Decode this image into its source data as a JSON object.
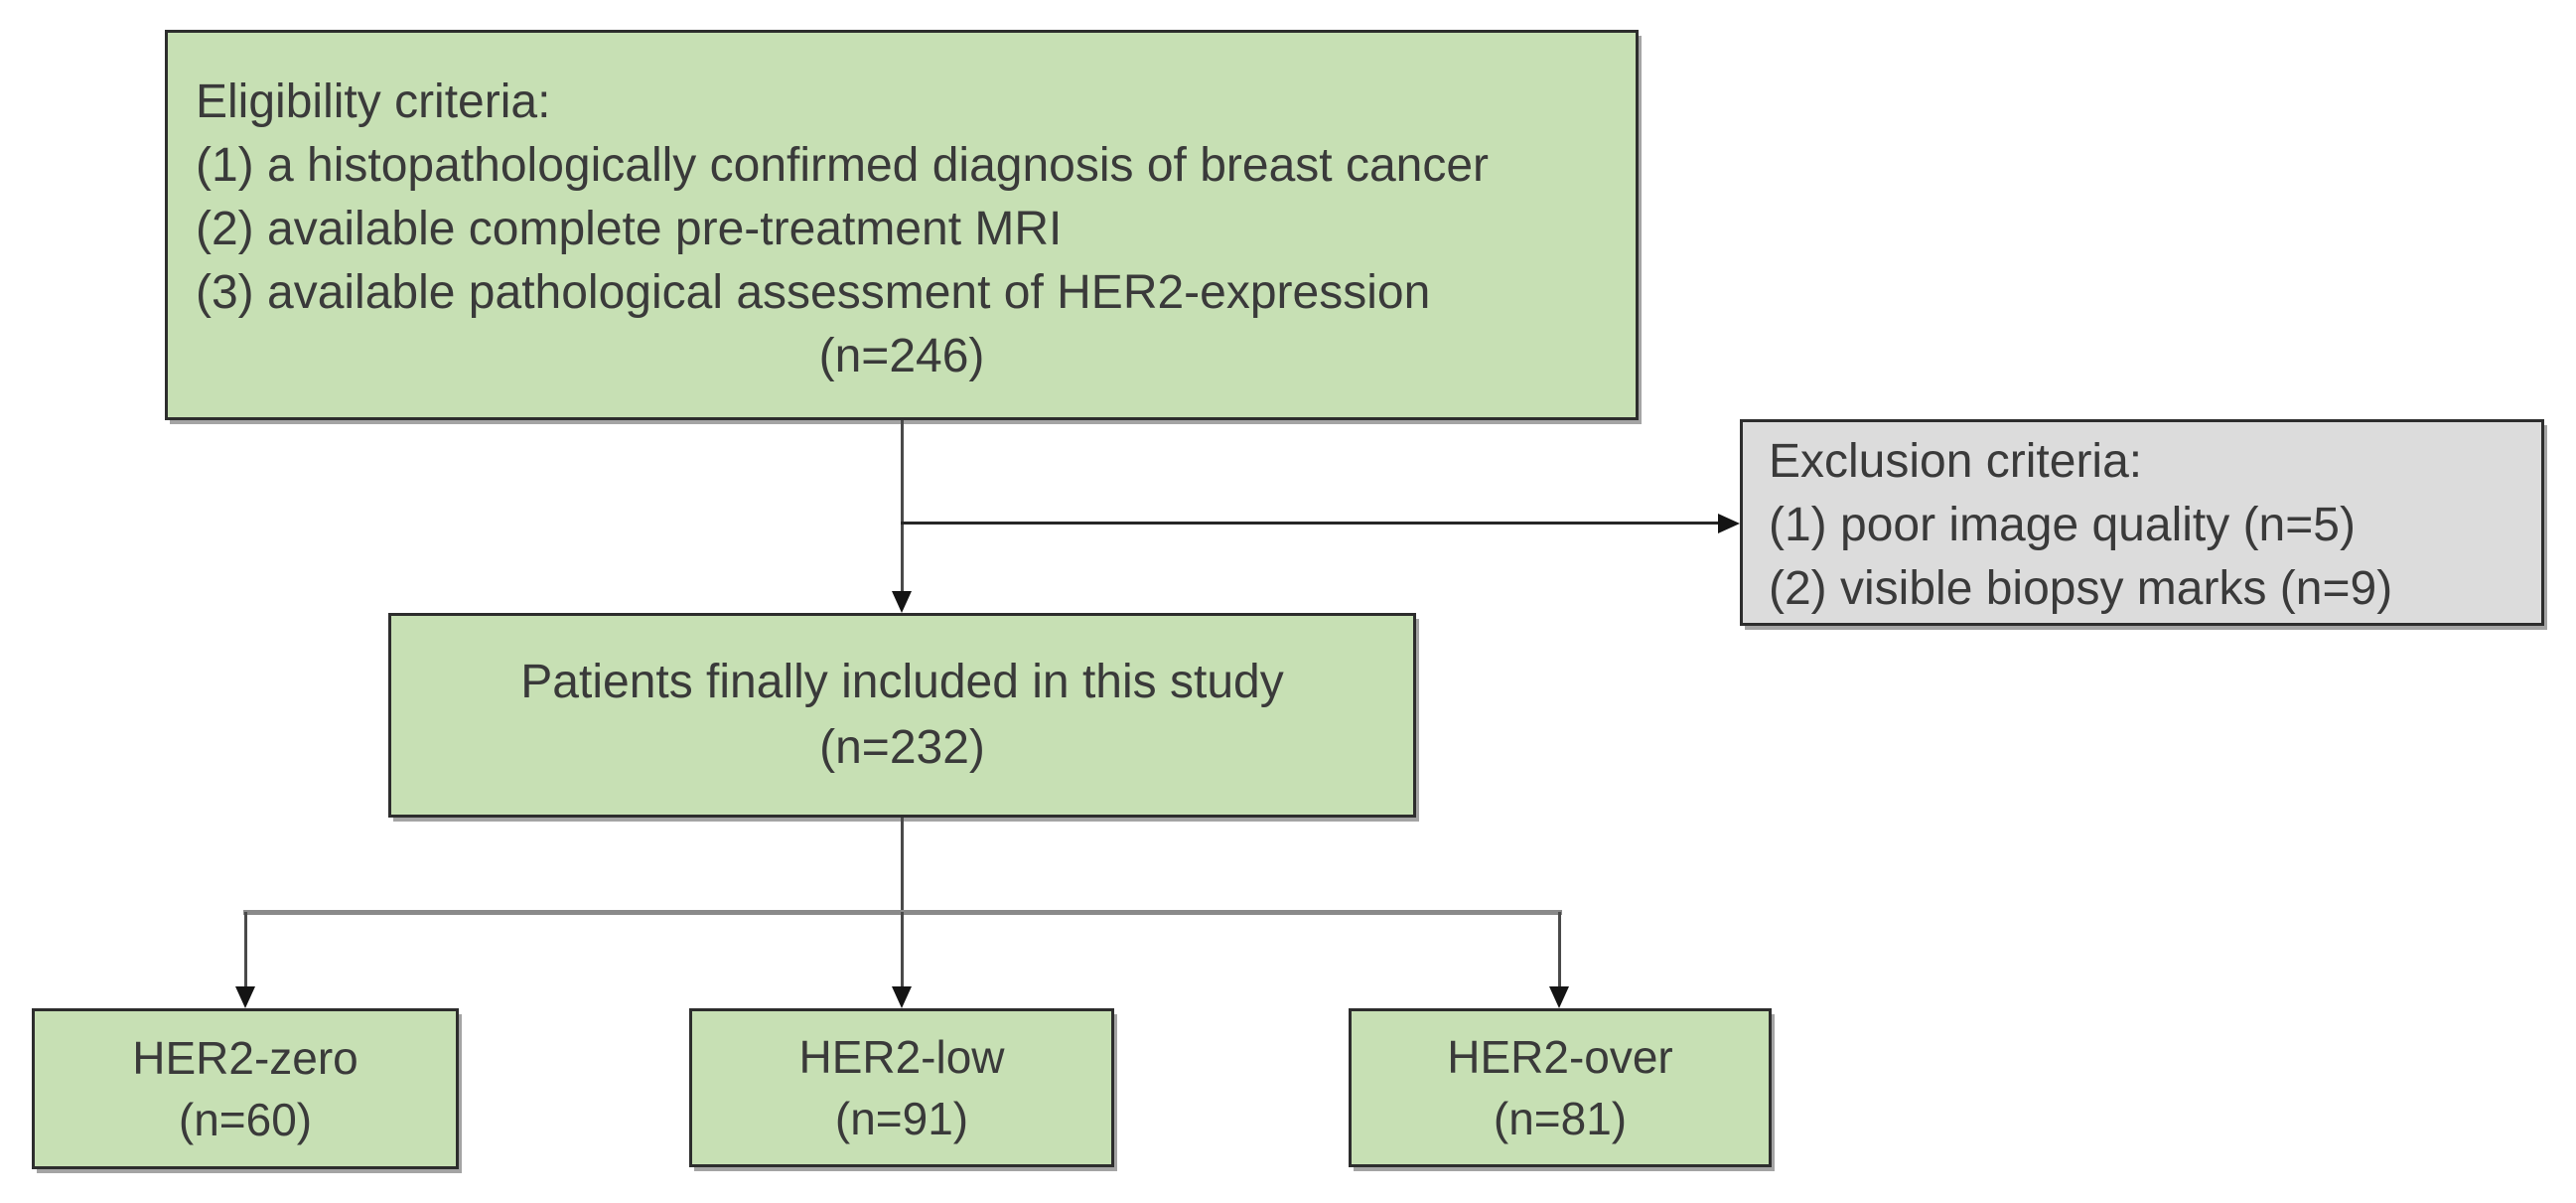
{
  "figure": {
    "type": "study-flowchart",
    "background": "#ffffff",
    "colors": {
      "green_box_fill": "#c7e0b4",
      "gray_box_fill": "#dcdcdc",
      "box_border": "#2d2d2d",
      "text": "#3a3a3a",
      "connector_line": "#4a4a4a",
      "branch_line": "#8a8a8a",
      "arrowhead": "#141414"
    }
  },
  "boxes": {
    "eligibility": {
      "lines": [
        "Eligibility criteria:",
        "(1) a histopathologically confirmed diagnosis of breast cancer",
        "(2) available complete pre-treatment MRI",
        "(3) available pathological assessment of HER2-expression"
      ],
      "count": "(n=246)"
    },
    "exclusion": {
      "lines": [
        "Exclusion criteria:",
        "(1) poor image quality  (n=5)",
        "(2) visible biopsy marks  (n=9)"
      ]
    },
    "included": {
      "title": "Patients finally included in this study",
      "count": "(n=232)"
    },
    "her2_zero": {
      "title": "HER2-zero",
      "count": "(n=60)"
    },
    "her2_low": {
      "title": "HER2-low",
      "count": "(n=91)"
    },
    "her2_over": {
      "title": "HER2-over",
      "count": "(n=81)"
    }
  }
}
